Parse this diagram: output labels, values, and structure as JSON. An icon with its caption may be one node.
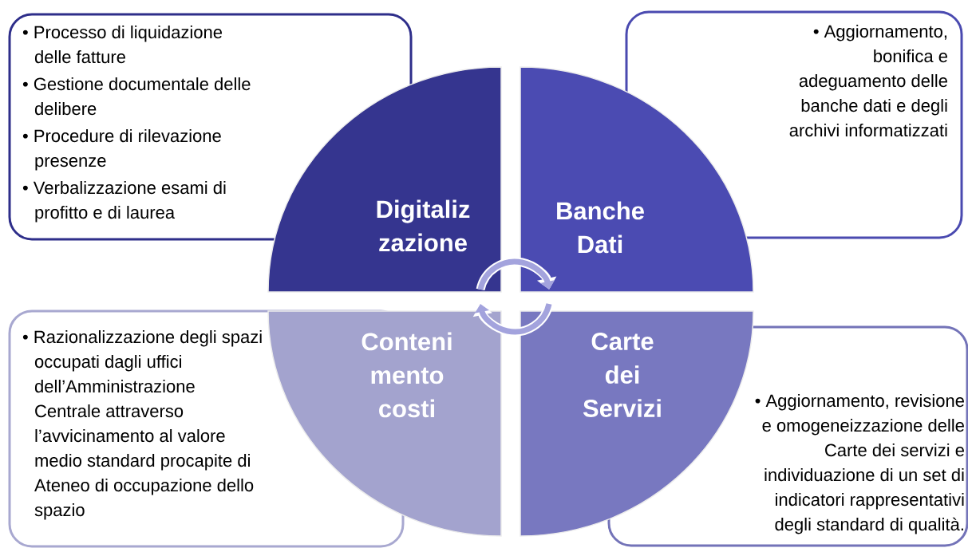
{
  "diagram": {
    "nodes": [
      {
        "text": [
          "• Processo di liquidazione delle fatture",
          "• Gestione documentale delle delibere",
          "• Procedure di rilevazione presenze",
          "• Verbalizzazione esami di profitto e di laurea"
        ]
      },
      {
        "text": [
          "• Aggiornamento, bonifica e adeguamento delle banche dati e degli archivi informatizzati"
        ]
      },
      {
        "text": [
          "Digitaliz zazione"
        ]
      },
      {
        "text": [
          "Banche Dati"
        ]
      },
      {
        "text": [
          "Conteni mento costi"
        ]
      },
      {
        "text": [
          "Carte dei Servizi"
        ]
      },
      {
        "text": [
          "• Razionalizzazione degli spazi occupati dagli uffici dell’Amministrazione Centrale attraverso l’avvicinamento al valore medio standard procapite di Ateneo di occupazione dello spazio"
        ]
      },
      {
        "text": [
          "• Aggiornamento, revisione e omogeneizzazione delle Carte dei servizi e individuazione di un set di indicatori rappresentativi degli standard di qualità."
        ]
      }
    ],
    "edges": [
      {
        "from": 2,
        "to": 3,
        "arrow": "to"
      },
      {
        "from": 5,
        "to": 4,
        "arrow": "to"
      }
    ]
  }
}
